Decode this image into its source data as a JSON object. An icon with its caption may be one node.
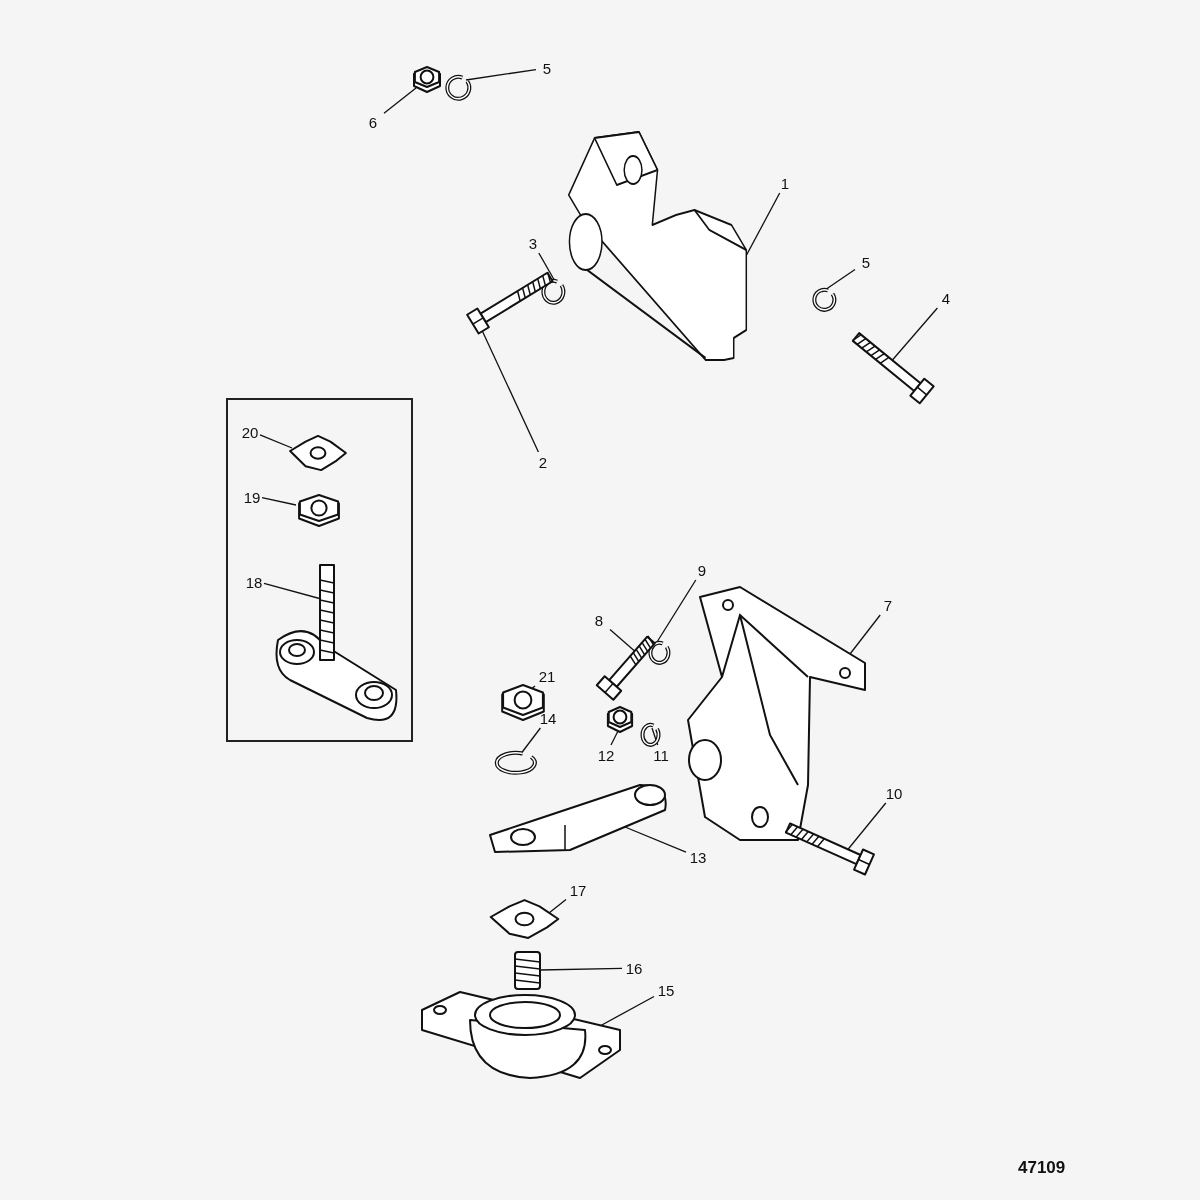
{
  "diagram": {
    "nodes": [
      {
        "text": [
          "5"
        ]
      },
      {
        "text": [],
        "shape": "picture"
      },
      {
        "text": [
          "6"
        ]
      },
      {
        "text": [],
        "shape": "picture"
      },
      {
        "text": [
          "1"
        ]
      },
      {
        "text": [],
        "shape": "picture"
      },
      {
        "text": [
          "5"
        ]
      },
      {
        "text": [],
        "shape": "picture"
      },
      {
        "text": [
          "4"
        ]
      },
      {
        "text": [],
        "shape": "picture"
      },
      {
        "text": [
          "3"
        ]
      },
      {
        "text": [],
        "shape": "picture"
      },
      {
        "text": [
          "2"
        ]
      },
      {
        "text": [],
        "shape": "picture"
      },
      {
        "text": [],
        "shape": "box"
      },
      {
        "text": [
          "20"
        ],
        "in": 14
      },
      {
        "text": [],
        "shape": "picture",
        "in": 14
      },
      {
        "text": [
          "19"
        ],
        "in": 14
      },
      {
        "text": [],
        "shape": "picture",
        "in": 14
      },
      {
        "text": [
          "18"
        ],
        "in": 14
      },
      {
        "text": [],
        "shape": "picture",
        "in": 14
      },
      {
        "text": [
          "9"
        ]
      },
      {
        "text": [],
        "shape": "picture"
      },
      {
        "text": [
          "8"
        ]
      },
      {
        "text": [],
        "shape": "picture"
      },
      {
        "text": [
          "7"
        ]
      },
      {
        "text": [],
        "shape": "picture"
      },
      {
        "text": [
          "21"
        ]
      },
      {
        "text": [],
        "shape": "picture"
      },
      {
        "text": [
          "12"
        ]
      },
      {
        "text": [],
        "shape": "picture"
      },
      {
        "text": [
          "14"
        ]
      },
      {
        "text": [],
        "shape": "picture"
      },
      {
        "text": [
          "11"
        ]
      },
      {
        "text": [],
        "shape": "picture"
      },
      {
        "text": [
          "10"
        ]
      },
      {
        "text": [],
        "shape": "picture"
      },
      {
        "text": [
          "13"
        ]
      },
      {
        "text": [],
        "shape": "picture"
      },
      {
        "text": [
          "17"
        ]
      },
      {
        "text": [],
        "shape": "picture"
      },
      {
        "text": [
          "16"
        ]
      },
      {
        "text": [],
        "shape": "picture"
      },
      {
        "text": [
          "15"
        ]
      },
      {
        "text": [],
        "shape": "picture"
      }
    ],
    "edges": [
      {
        "from": 0,
        "to": 1,
        "arrow": "none"
      },
      {
        "from": 2,
        "to": 3,
        "arrow": "none"
      },
      {
        "from": 4,
        "to": 5,
        "arrow": "none"
      },
      {
        "from": 6,
        "to": 7,
        "arrow": "none"
      },
      {
        "from": 8,
        "to": 9,
        "arrow": "none"
      },
      {
        "from": 10,
        "to": 11,
        "arrow": "none"
      },
      {
        "from": 12,
        "to": 13,
        "arrow": "none"
      },
      {
        "from": 15,
        "to": 16,
        "arrow": "none"
      },
      {
        "from": 17,
        "to": 18,
        "arrow": "none"
      },
      {
        "from": 19,
        "to": 20,
        "arrow": "none"
      },
      {
        "from": 21,
        "to": 22,
        "arrow": "none"
      },
      {
        "from": 23,
        "to": 24,
        "arrow": "none"
      },
      {
        "from": 25,
        "to": 26,
        "arrow": "none"
      },
      {
        "from": 27,
        "to": 28,
        "arrow": "none"
      },
      {
        "from": 29,
        "to": 30,
        "arrow": "none"
      },
      {
        "from": 31,
        "to": 32,
        "arrow": "none"
      },
      {
        "from": 33,
        "to": 34,
        "arrow": "none"
      },
      {
        "from": 35,
        "to": 36,
        "arrow": "none"
      },
      {
        "from": 37,
        "to": 38,
        "arrow": "none"
      },
      {
        "from": 39,
        "to": 40,
        "arrow": "none"
      },
      {
        "from": 41,
        "to": 42,
        "arrow": "none"
      },
      {
        "from": 43,
        "to": 44,
        "arrow": "none"
      }
    ],
    "labels": [
      "47109"
    ]
  }
}
